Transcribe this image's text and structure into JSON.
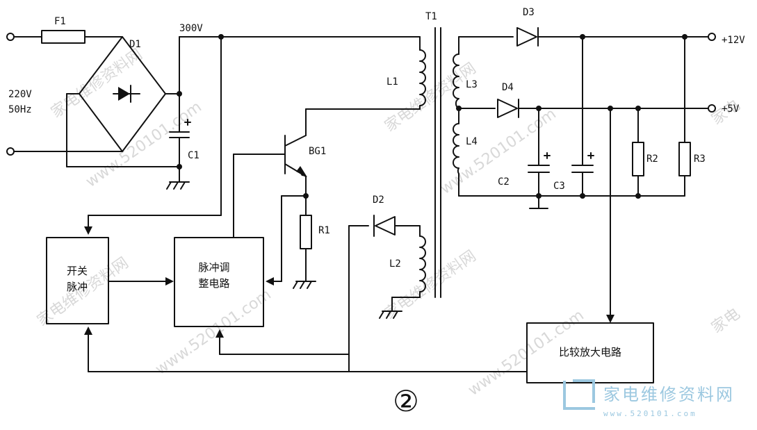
{
  "labels": {
    "F1": "F1",
    "D1": "D1",
    "D2": "D2",
    "D3": "D3",
    "D4": "D4",
    "T1": "T1",
    "L1": "L1",
    "L2": "L2",
    "L3": "L3",
    "L4": "L4",
    "BG1": "BG1",
    "R1": "R1",
    "R2": "R2",
    "R3": "R3",
    "C1": "C1",
    "C2": "C2",
    "C3": "C3",
    "v300": "300V",
    "ac_voltage": "220V",
    "ac_freq": "50Hz",
    "out12": "+12V",
    "out5": "+5V"
  },
  "blocks": {
    "switch_line1": "开关",
    "switch_line2": "脉冲",
    "pulse_line1": "脉冲调",
    "pulse_line2": "整电路",
    "compare": "比较放大电路"
  },
  "figure_number": "②",
  "logo": {
    "text": "家电维修资料网",
    "url": "www.520101.com"
  }
}
